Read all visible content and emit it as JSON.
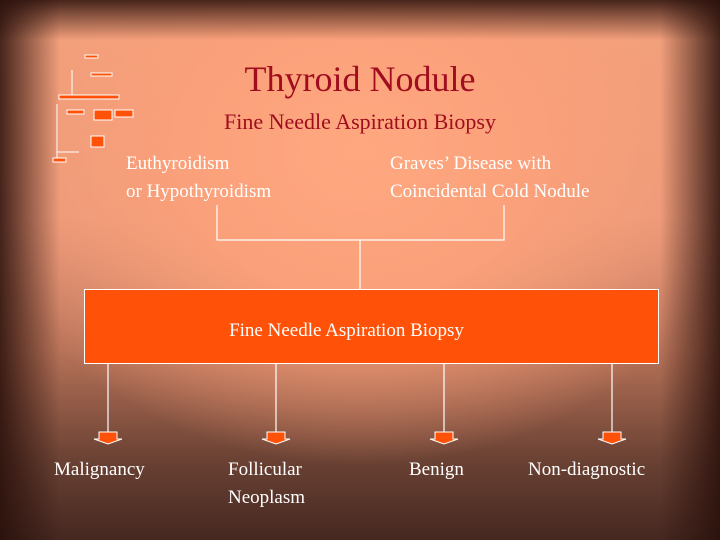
{
  "slide": {
    "title": "Thyroid Nodule",
    "subtitle": "Fine Needle Aspiration Biopsy",
    "inputs": [
      {
        "line1": "Euthyroidism",
        "line2": "or Hypothyroidism"
      },
      {
        "line1": "Graves’ Disease with",
        "line2": "Coincidental Cold Nodule"
      }
    ],
    "center_box": "Fine Needle Aspiration Biopsy",
    "outcomes": [
      {
        "line1": "Malignancy",
        "line2": ""
      },
      {
        "line1": "Follicular",
        "line2": "Neoplasm"
      },
      {
        "line1": "Benign",
        "line2": ""
      },
      {
        "line1": "Non-diagnostic",
        "line2": ""
      }
    ]
  },
  "colors": {
    "title": "#a00d1e",
    "box": "#ff5208",
    "text": "#ffffff"
  }
}
